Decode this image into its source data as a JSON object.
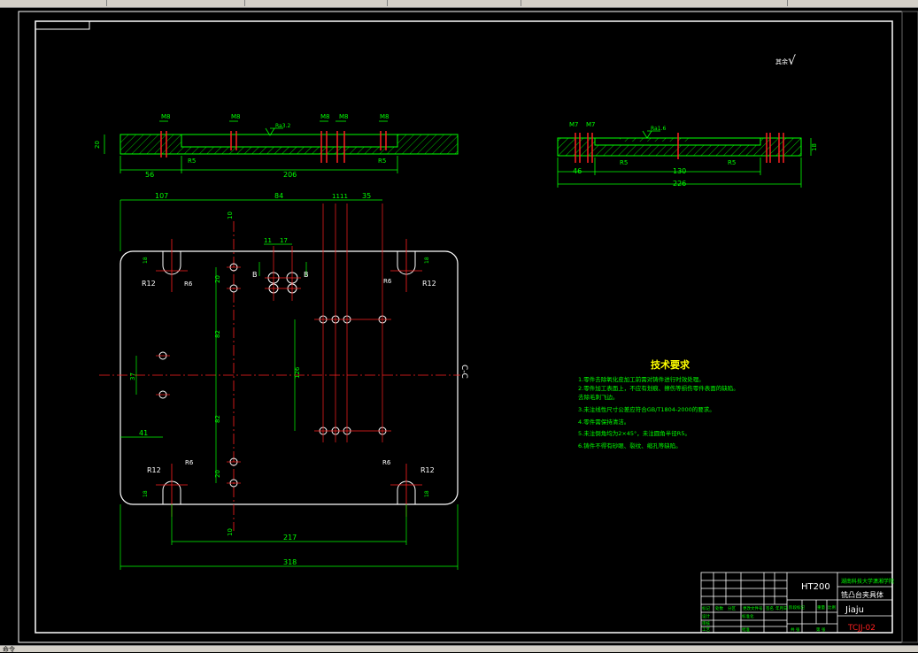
{
  "window": {
    "status_text": "命令"
  },
  "drawing": {
    "surface_mark": "其余",
    "roughness_symbol": "√",
    "section_label": "C-C",
    "top_view": {
      "dims_top": [
        "M8",
        "M8",
        "M8",
        "M8",
        "M8"
      ],
      "roughness": "Ra3.2",
      "thickness": "20",
      "r5_left": "R5",
      "r5_right": "R5",
      "dim_56": "56",
      "dim_206": "206"
    },
    "side_view": {
      "dims_top": [
        "M7",
        "M7"
      ],
      "roughness": "Ra1.6",
      "thickness": "18",
      "r5_left": "R5",
      "r5_right": "R5",
      "dim_46": "46",
      "dim_130": "130",
      "dim_226": "226"
    },
    "plan_view": {
      "dim_107": "107",
      "dim_84": "84",
      "dim_11a": "11",
      "dim_11b": "11",
      "dim_35": "35",
      "dim_11c": "11",
      "dim_17": "17",
      "dim_10_top": "10",
      "dim_20a": "20",
      "dim_82a": "82",
      "dim_82b": "82",
      "dim_20b": "20",
      "dim_10_bot": "10",
      "dim_37": "37",
      "dim_41": "41",
      "dim_126": "126",
      "dim_18a": "18",
      "dim_18b": "18",
      "dim_18c": "18",
      "dim_18d": "18",
      "dim_217": "217",
      "dim_318": "318",
      "r12_tl": "R12",
      "r6_tl": "R6",
      "r6_tr": "R6",
      "r12_tr": "R12",
      "r12_bl": "R12",
      "r6_bl": "R6",
      "r6_br": "R6",
      "r12_br": "R12",
      "b_left": "B",
      "b_right": "B"
    },
    "tech_req": {
      "title": "技术要求",
      "items": [
        "1.零件去除氧化皮加工前需对铸件进行时效处理。",
        "2.零件加工表面上，不应有划痕、擦伤等损伤零件表面的缺陷。",
        "去除毛刺飞边。",
        "3.未注线性尺寸公差应符合GB/T1804-2000的要求。",
        "4.零件需保持清洁。",
        "5.未注倒角均为2×45°，未注圆角半径R5。",
        "6.铸件不得有砂眼、裂纹、缩孔等缺陷。"
      ]
    },
    "title_block": {
      "material": "HT200",
      "school": "湖南科技大学潇湘学院",
      "part_name": "铣凸台夹具体",
      "pinyin": "Jiaju",
      "drawing_no": "TCJJ-02",
      "labels": [
        "标记",
        "处数",
        "分区",
        "更改文件号",
        "签名",
        "年月日",
        "设计",
        "标准化",
        "审核",
        "工艺",
        "批准",
        "阶段标记",
        "重量",
        "比例",
        "共 张",
        "第 张"
      ]
    }
  }
}
